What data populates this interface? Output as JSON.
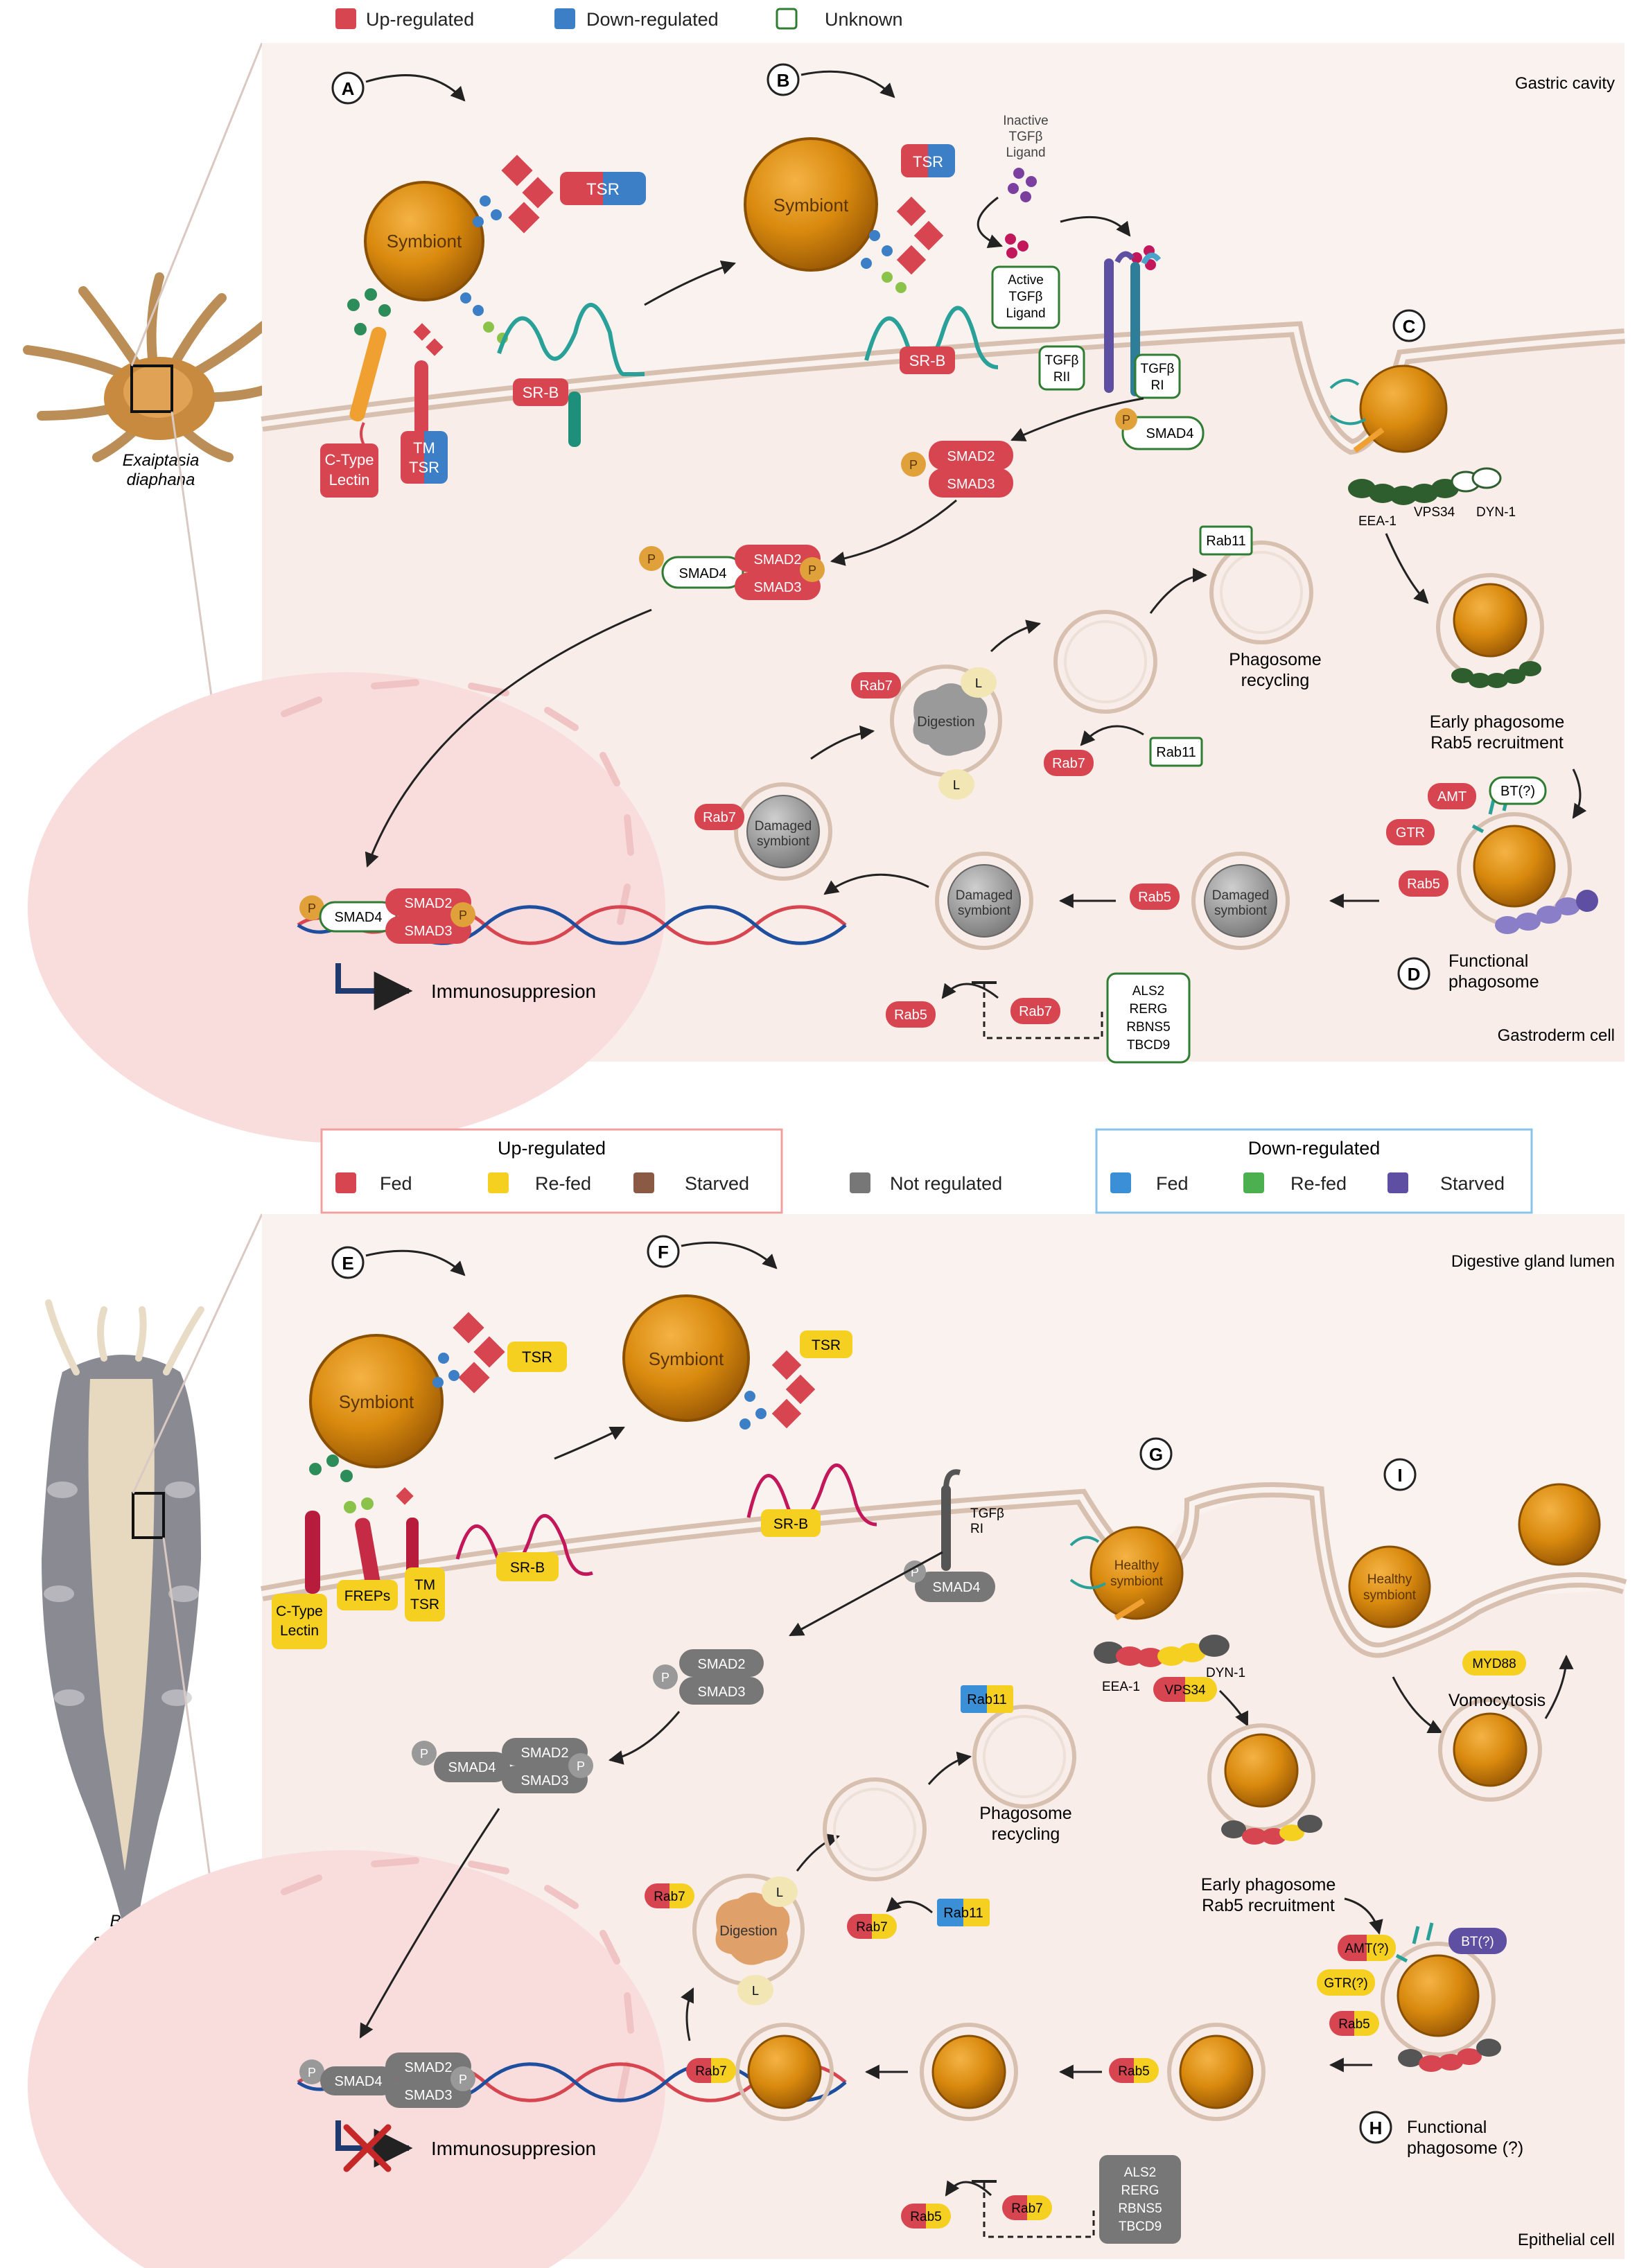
{
  "colors": {
    "up": "#d64550",
    "down": "#3c7fc6",
    "unknown_border": "#2e7d32",
    "fed": "#d64550",
    "refed_up": "#f5d020",
    "starved_up": "#8b5a44",
    "not_regulated": "#777777",
    "fed_down": "#3a8fd6",
    "refed_down": "#4caf50",
    "starved_down": "#5e4fa2",
    "symbiont": "#d98a0e",
    "cell_bg": "#faf2ee",
    "nucleus": "#f9dddd",
    "membrane": "#d7c0b0"
  },
  "top_panel": {
    "legend": {
      "up": "Up-regulated",
      "down": "Down-regulated",
      "unknown": "Unknown"
    },
    "organism": {
      "genus": "Exaiptasia",
      "species": "diaphana"
    },
    "compartments": {
      "lumen": "Gastric cavity",
      "cell": "Gastroderm cell"
    },
    "steps": {
      "a": "A",
      "b": "B",
      "c": "C",
      "d": "D"
    },
    "symbiont": "Symbiont",
    "receptors": {
      "tsr": "TSR",
      "ctype1": "C-Type",
      "ctype2": "Lectin",
      "tm": "TM",
      "tmtsr": "TSR",
      "srb": "SR-B",
      "tgfb_inactive": [
        "Inactive",
        "TGFβ",
        "Ligand"
      ],
      "tgfb_active": [
        "Active",
        "TGFβ",
        "Ligand"
      ],
      "tgfbr2": [
        "TGFβ",
        "RII"
      ],
      "tgfbr1": [
        "TGFβ",
        "RI"
      ]
    },
    "smad": {
      "s2": "SMAD2",
      "s3": "SMAD3",
      "s4": "SMAD4",
      "p": "P"
    },
    "immuno": "Immunosuppresion",
    "endo": {
      "eea1": "EEA-1",
      "vps34": "VPS34",
      "dyn1": "DYN-1"
    },
    "labels": {
      "early1": "Early phagosome",
      "early2": "Rab5 recruitment",
      "func1": "Functional",
      "func2": "phagosome",
      "recyc1": "Phagosome",
      "recyc2": "recycling",
      "digestion": "Digestion",
      "damaged1": "Damaged",
      "damaged2": "symbiont",
      "l": "L"
    },
    "proteins": {
      "amt": "AMT",
      "bt": "BT(?)",
      "gtr": "GTR",
      "rab5": "Rab5",
      "rab7": "Rab7",
      "rab11": "Rab11"
    },
    "gaps": [
      "ALS2",
      "RERG",
      "RBNS5",
      "TBCD9"
    ]
  },
  "bottom_panel": {
    "legend": {
      "up_title": "Up-regulated",
      "down_title": "Down-regulated",
      "fed": "Fed",
      "refed": "Re-fed",
      "starved": "Starved",
      "not_regulated": "Not regulated"
    },
    "organism": {
      "genus": "Berghia",
      "species": "stephanieae"
    },
    "compartments": {
      "lumen": "Digestive gland lumen",
      "cell": "Epithelial cell"
    },
    "steps": {
      "e": "E",
      "f": "F",
      "g": "G",
      "h": "H",
      "i": "I"
    },
    "symbiont": "Symbiont",
    "healthy1": "Healthy",
    "healthy2": "symbiont",
    "receptors": {
      "tsr": "TSR",
      "ctype1": "C-Type",
      "ctype2": "Lectin",
      "freps": "FREPs",
      "tm": "TM",
      "tmtsr": "TSR",
      "srb": "SR-B",
      "tgfbr1": [
        "TGFβ",
        "RI"
      ]
    },
    "smad": {
      "s2": "SMAD2",
      "s3": "SMAD3",
      "s4": "SMAD4",
      "p": "P"
    },
    "immuno": "Immunosuppresion",
    "endo": {
      "eea1": "EEA-1",
      "vps34": "VPS34",
      "dyn1": "DYN-1"
    },
    "labels": {
      "early1": "Early phagosome",
      "early2": "Rab5 recruitment",
      "func1": "Functional",
      "func2": "phagosome (?)",
      "recyc1": "Phagosome",
      "recyc2": "recycling",
      "digestion": "Digestion",
      "vomo": "Vomocytosis",
      "l": "L"
    },
    "proteins": {
      "amt": "AMT(?)",
      "bt": "BT(?)",
      "gtr": "GTR(?)",
      "rab5": "Rab5",
      "rab7": "Rab7",
      "rab11": "Rab11",
      "myd88": "MYD88"
    },
    "gaps": [
      "ALS2",
      "RERG",
      "RBNS5",
      "TBCD9"
    ]
  }
}
